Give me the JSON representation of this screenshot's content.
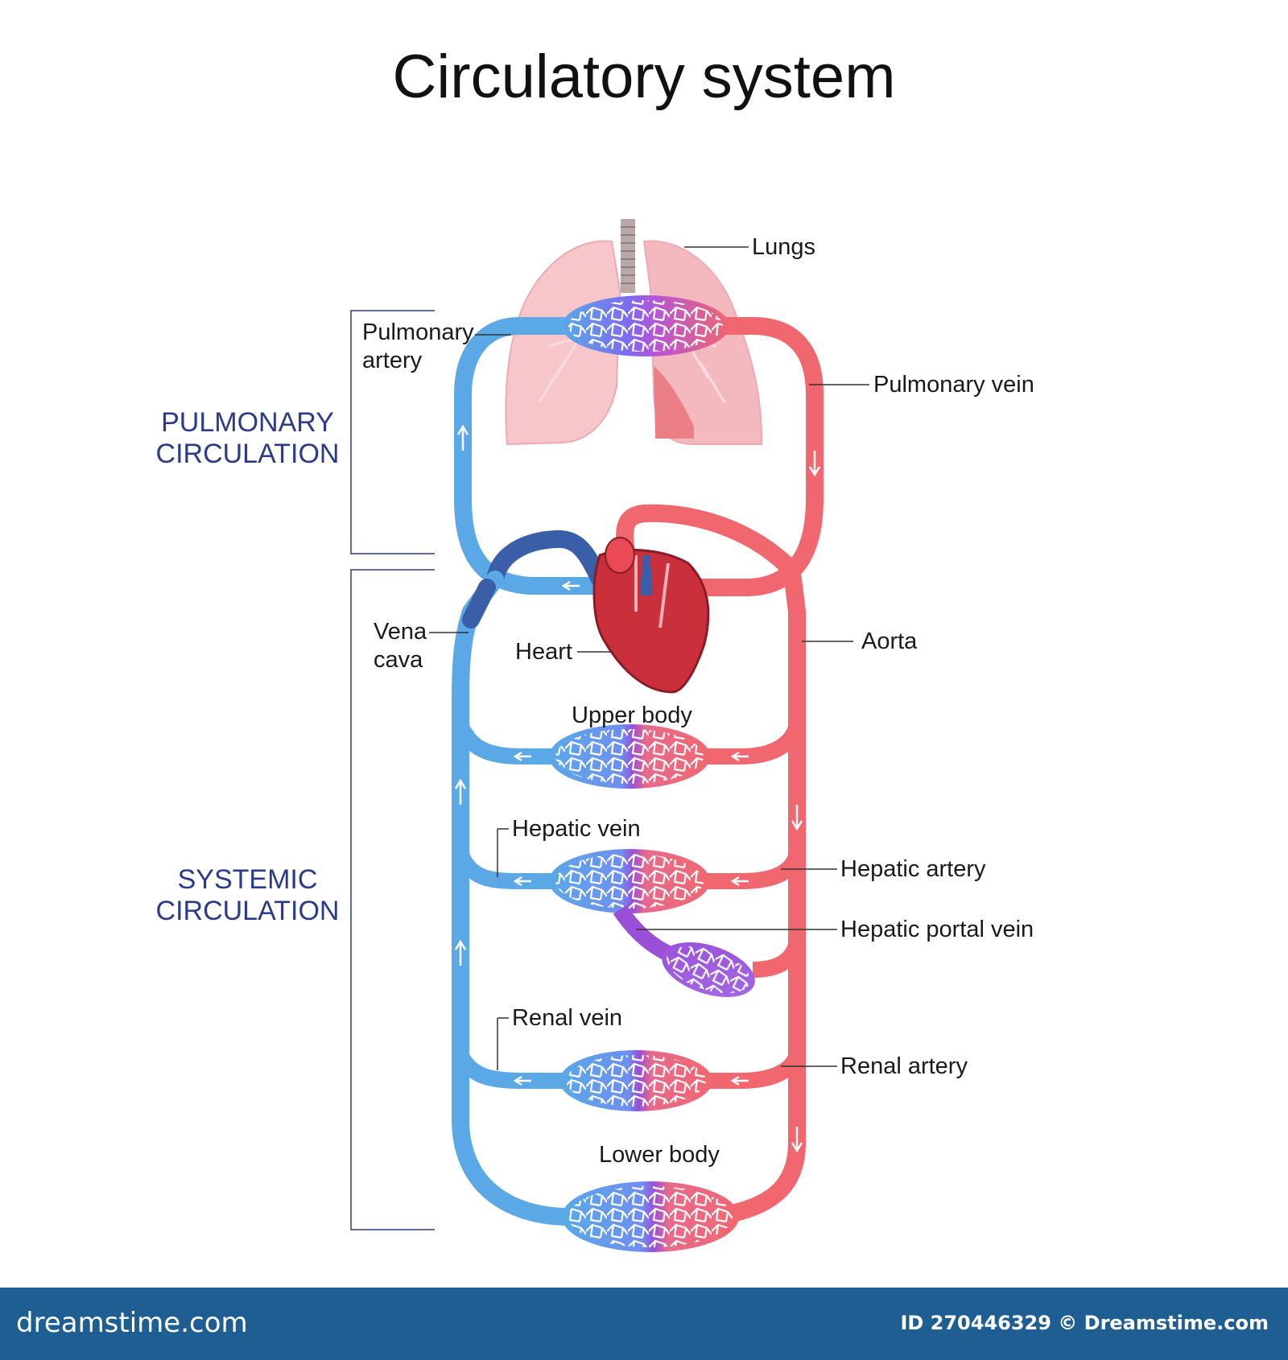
{
  "title": "Circulatory system",
  "sections": {
    "pulmonary_line1": "PULMONARY",
    "pulmonary_line2": "CIRCULATION",
    "systemic_line1": "SYSTEMIC",
    "systemic_line2": "CIRCULATION"
  },
  "labels": {
    "lungs": "Lungs",
    "pulmonary_artery_line1": "Pulmonary",
    "pulmonary_artery_line2": "artery",
    "pulmonary_vein": "Pulmonary vein",
    "vena_cava_line1": "Vena",
    "vena_cava_line2": "cava",
    "heart": "Heart",
    "aorta": "Aorta",
    "upper_body": "Upper body",
    "hepatic_vein": "Hepatic vein",
    "hepatic_artery": "Hepatic artery",
    "hepatic_portal_vein": "Hepatic portal vein",
    "renal_vein": "Renal vein",
    "renal_artery": "Renal artery",
    "lower_body": "Lower body"
  },
  "footer": {
    "brand": "dreamstime.com",
    "id": "ID 270446329 © Dreamstime.com"
  },
  "colors": {
    "artery": "#f0676f",
    "vein": "#5aa9e6",
    "dark_vein": "#3a5fa8",
    "mixed": "#9a4fd8",
    "section_text": "#2b3a8c",
    "footer": "#1f5e92"
  }
}
